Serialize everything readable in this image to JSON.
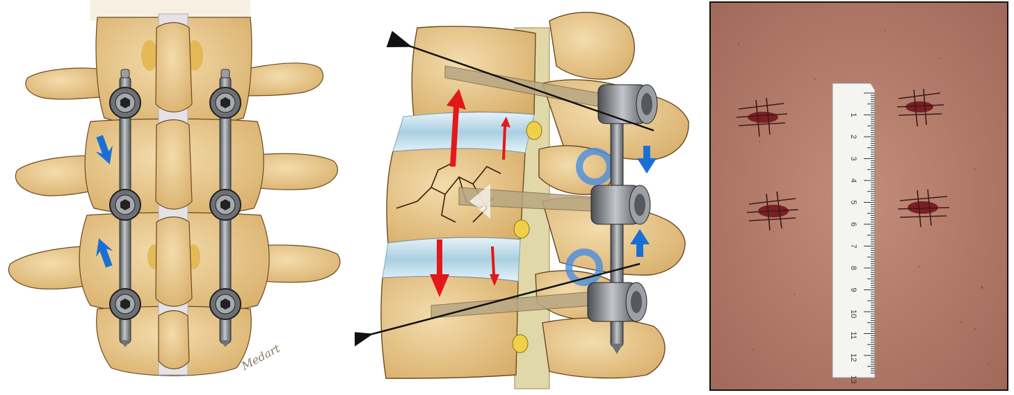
{
  "figure": {
    "panels": [
      {
        "id": "posterior-view",
        "content": "posterior view of lumbar spine with pedicle screws and two rods"
      },
      {
        "id": "lateral-view",
        "content": "lateral view of fractured vertebra with reduction arrows"
      },
      {
        "id": "clinical-photo",
        "content": "photo of percutaneous stab incisions beside a ruler"
      }
    ],
    "signature": "Medart",
    "ruler_labels": [
      "1",
      "2",
      "3",
      "4",
      "5",
      "6",
      "7",
      "8",
      "9",
      "10",
      "11",
      "12",
      "13"
    ]
  },
  "colors": {
    "bone": "#e9c98f",
    "bone_shadow": "#c99e5d",
    "bone_outline": "#6b4a22",
    "disc": "#b8d7e6",
    "ligament": "#e4e2e6",
    "metal": "#8f9296",
    "metal_dark": "#4a4d52",
    "red_arrow": "#e3181b",
    "blue_arrow": "#1a6fd6",
    "skin": "#b17564",
    "suture": "#3c1a1a"
  }
}
